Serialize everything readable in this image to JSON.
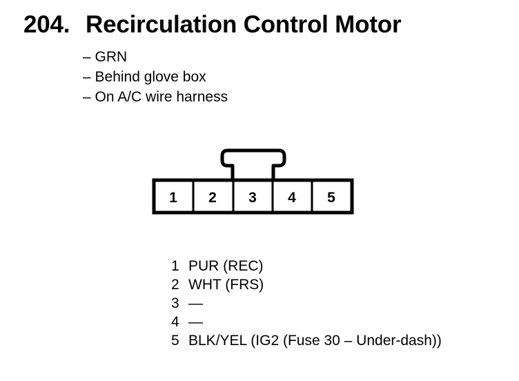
{
  "title": {
    "number": "204.",
    "text": "Recirculation Control Motor"
  },
  "info_lines": [
    "– GRN",
    "– Behind glove box",
    "– On A/C wire harness"
  ],
  "connector": {
    "pin_labels": [
      "1",
      "2",
      "3",
      "4",
      "5"
    ]
  },
  "pins": [
    {
      "num": "1",
      "desc": "PUR (REC)"
    },
    {
      "num": "2",
      "desc": "WHT (FRS)"
    },
    {
      "num": "3",
      "desc": "—"
    },
    {
      "num": "4",
      "desc": "—"
    },
    {
      "num": "5",
      "desc": "BLK/YEL (IG2 (Fuse 30 – Under-dash))"
    }
  ]
}
